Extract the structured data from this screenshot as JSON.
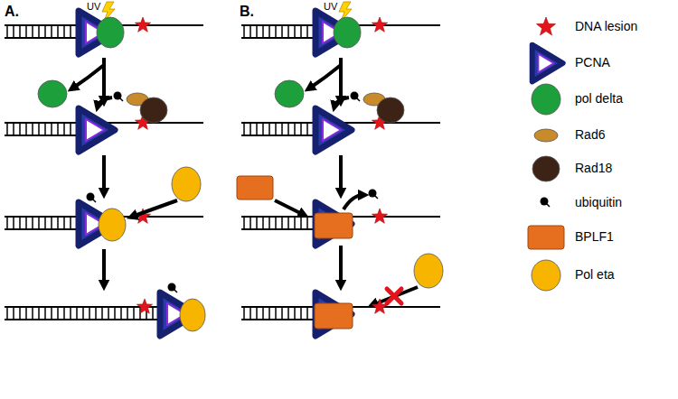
{
  "diagram": {
    "labels": [
      "A.",
      "UV",
      "B.",
      "UV"
    ],
    "legend": [
      {
        "text": "DNA lesion",
        "color": "#e3141b"
      },
      {
        "text": "PCNA"
      },
      {
        "text": "pol delta",
        "color": "#1d9f3c"
      },
      {
        "text": "Rad6",
        "color": "#c98a2a"
      },
      {
        "text": "Rad18",
        "color": "#3d2316"
      },
      {
        "text": "ubiquitin",
        "color": "#000000"
      },
      {
        "text": "BPLF1",
        "color": "#e56f1e"
      },
      {
        "text": "Pol eta",
        "color": "#f7b500"
      }
    ]
  }
}
